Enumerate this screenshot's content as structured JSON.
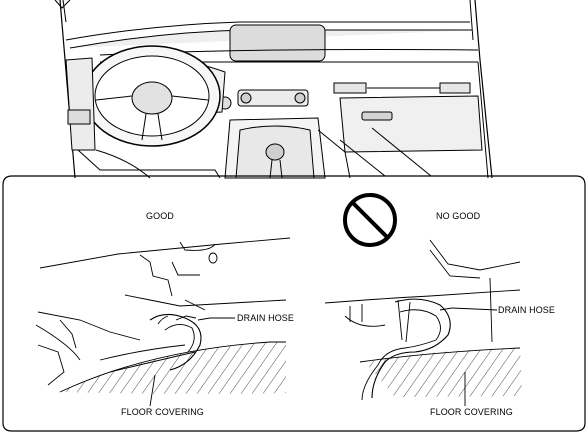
{
  "panels": [
    {
      "heading": "GOOD",
      "hose_label": "DRAIN HOSE",
      "floor_label": "FLOOR COVERING"
    },
    {
      "heading": "NO GOOD",
      "hose_label": "DRAIN HOSE",
      "floor_label": "FLOOR COVERING"
    }
  ],
  "icons": {
    "prohibited": "prohibited-icon"
  }
}
